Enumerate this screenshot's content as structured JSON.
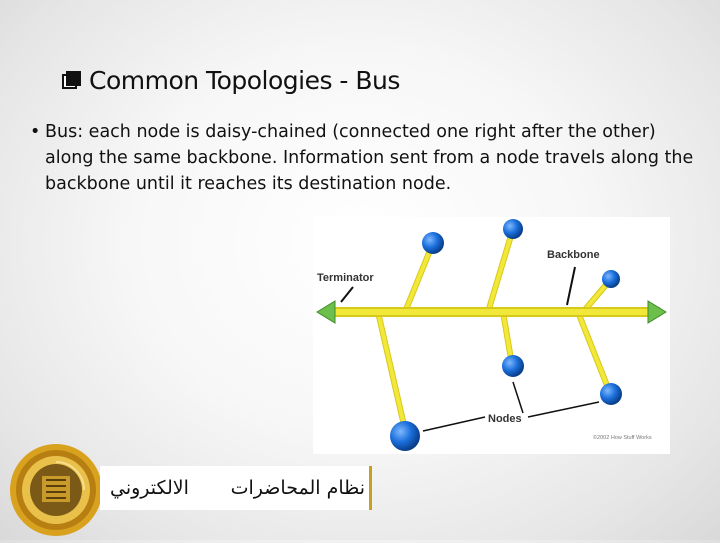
{
  "title": {
    "text": "Common Topologies - Bus"
  },
  "body": {
    "bullet": "•",
    "text": "Bus: each node is daisy-chained (connected one right after the other) along the same backbone. Information sent from a node travels along the backbone until it reaches its destination node."
  },
  "diagram": {
    "labels": {
      "terminator": "Terminator",
      "backbone": "Backbone",
      "nodes": "Nodes"
    },
    "copyright": "©2002 How Stuff Works",
    "colors": {
      "bus": "#f2e83a",
      "terminator": "#6cc04a",
      "node": "#1a6fdc"
    }
  },
  "footer": {
    "right_text": "نظام المحاضرات",
    "left_text": "الالكتروني"
  },
  "colors": {
    "logo_ring": "#d9a21e",
    "logo_inner": "#7a5a16"
  }
}
